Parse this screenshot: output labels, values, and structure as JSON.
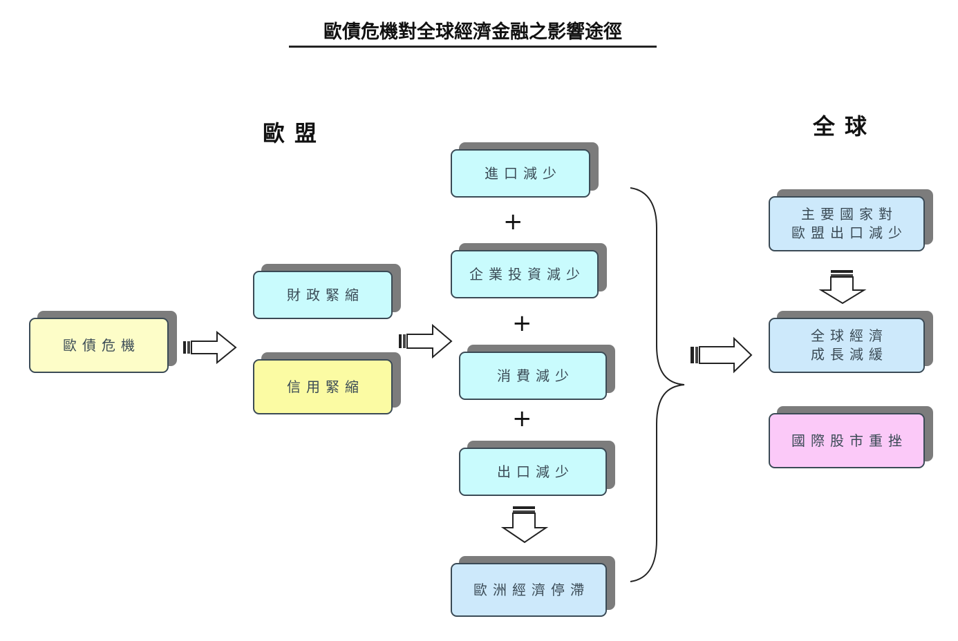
{
  "title": "歐債危機對全球經濟金融之影響途徑",
  "headings": {
    "eu": "歐盟",
    "global": "全球"
  },
  "nodes": {
    "crisis": "歐債危機",
    "fiscal_tightening": "財政緊縮",
    "credit_tightening": "信用緊縮",
    "import_decline": "進口減少",
    "investment_decline": "企業投資減少",
    "consumption_decline": "消費減少",
    "export_decline": "出口減少",
    "eu_stagnation": "歐洲經濟停滯",
    "exports_to_eu_decline": "主要國家對\n歐盟出口減少",
    "global_growth_slowdown": "全球經濟\n成長減緩",
    "stock_markets_fall": "國際股市重挫"
  },
  "operators": {
    "plus": "+"
  },
  "colors": {
    "crisis": "#fdfdc8",
    "credit": "#fbfba3",
    "cyan": "#c9fbfd",
    "blue": "#cde9fb",
    "pink": "#fbc9f8",
    "shadow": "#7c7c7c",
    "border": "#3a4a55"
  }
}
